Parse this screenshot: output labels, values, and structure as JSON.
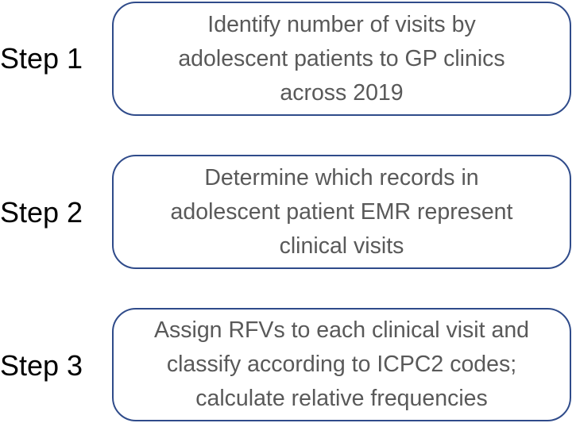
{
  "steps": [
    {
      "label": "Step 1",
      "lines": [
        "Identify number of visits by",
        "adolescent patients to GP clinics",
        "across 2019"
      ]
    },
    {
      "label": "Step 2",
      "lines": [
        "Determine which records in",
        "adolescent patient EMR represent",
        "clinical visits"
      ]
    },
    {
      "label": "Step 3",
      "lines": [
        "Assign RFVs to each clinical visit and",
        "classify according to ICPC2 codes;",
        "calculate relative frequencies"
      ]
    }
  ],
  "colors": {
    "box_border": "#2f4b8a",
    "box_text": "#595959",
    "label_text": "#000000"
  }
}
